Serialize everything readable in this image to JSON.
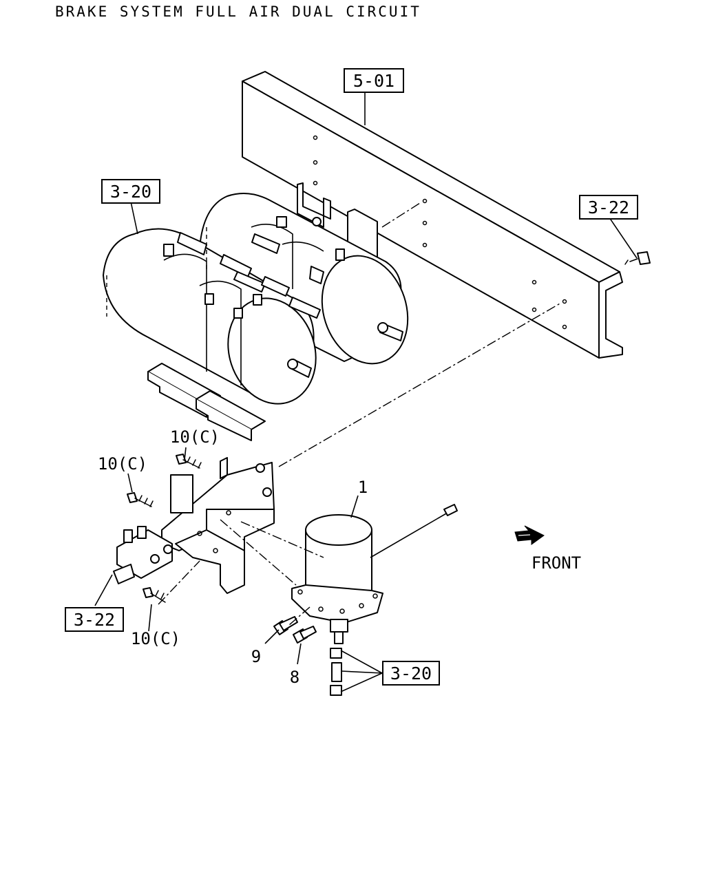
{
  "title": "BRAKE SYSTEM FULL AIR DUAL CIRCUIT",
  "direction_label": "FRONT",
  "references": {
    "frame": "5-01",
    "tanks": "3-20",
    "bolt_top": "3-22",
    "valve": "3-22",
    "dryer_fittings": "3-20"
  },
  "callouts": {
    "dryer": "1",
    "fitting_9": "9",
    "fitting_8": "8",
    "bolt_upper": "10(C)",
    "bolt_left": "10(C)",
    "bolt_lower": "10(C)"
  },
  "icons": [
    "front-arrow-icon"
  ]
}
